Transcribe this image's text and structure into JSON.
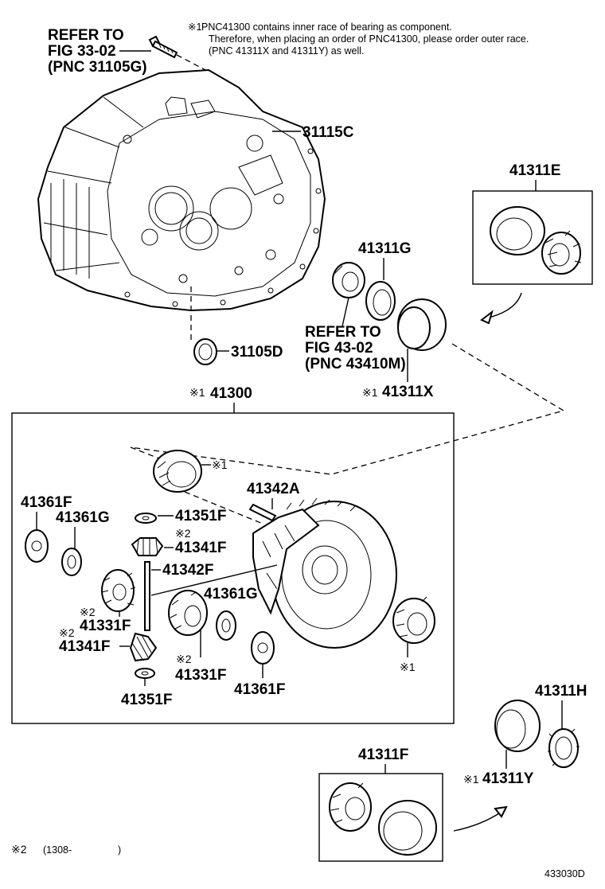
{
  "note": {
    "mark": "※1",
    "line1": "PNC41300 contains inner race of bearing as component.",
    "line2": "Therefore, when placing an order of PNC41300, please order outer race.",
    "line3": "(PNC 41311X and 41311Y) as well."
  },
  "refer1": {
    "line1": "REFER TO",
    "line2": "FIG 33-02",
    "line3": "(PNC 31105G)"
  },
  "refer2": {
    "line1": "REFER TO",
    "line2": "FIG 43-02",
    "line3": "(PNC 43410M)"
  },
  "parts": {
    "p31115C": "31115C",
    "p31105D": "31105D",
    "p41311E": "41311E",
    "p41311G": "41311G",
    "p41311X": "41311X",
    "p41300": "41300",
    "p41361F_a": "41361F",
    "p41361G_a": "41361G",
    "p41342A": "41342A",
    "p41351F_a": "41351F",
    "p41341F_a": "41341F",
    "p41342F": "41342F",
    "p41331F_a": "41331F",
    "p41341F_b": "41341F",
    "p41351F_b": "41351F",
    "p41361G_b": "41361G",
    "p41331F_b": "41331F",
    "p41361F_b": "41361F",
    "p41311H": "41311H",
    "p41311F": "41311F",
    "p41311Y": "41311Y"
  },
  "marks": {
    "m1": "※1",
    "m2": "※2"
  },
  "footnote": {
    "mark": "※2",
    "text": "(1308-",
    "close": ")"
  },
  "figure_id": "433030D"
}
